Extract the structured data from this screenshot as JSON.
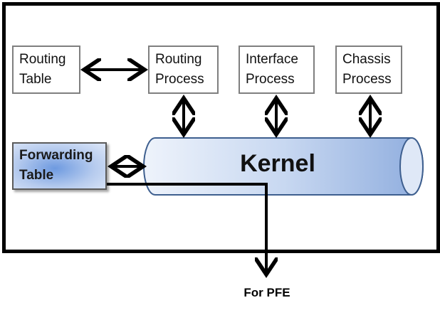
{
  "boxes": {
    "routing_table": {
      "line1": "Routing",
      "line2": "Table"
    },
    "routing_process": {
      "line1": "Routing",
      "line2": "Process"
    },
    "interface_process": {
      "line1": "Interface",
      "line2": "Process"
    },
    "chassis_process": {
      "line1": "Chassis",
      "line2": "Process"
    },
    "forwarding_table": {
      "line1": "Forwarding",
      "line2": "Table"
    }
  },
  "kernel": {
    "label": "Kernel"
  },
  "pfe": {
    "label": "For PFE"
  },
  "colors": {
    "kernel_fill": "#b9cdee",
    "kernel_stroke": "#3e5f8f",
    "arrow": "#000000",
    "box_border": "#7f7f7f"
  }
}
